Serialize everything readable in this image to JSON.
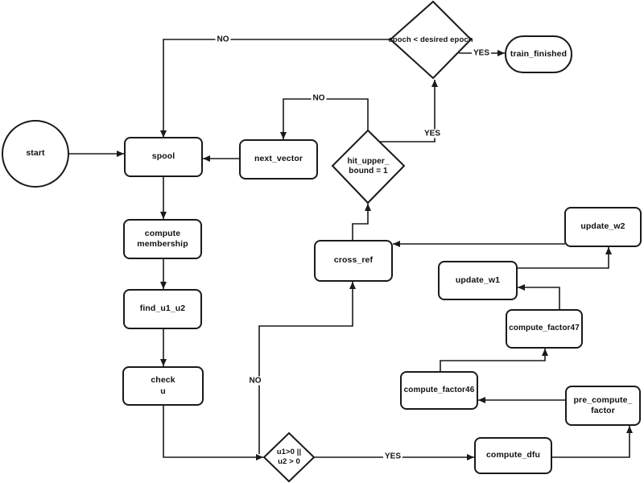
{
  "diagram": {
    "colors": {
      "stroke": "#1a1a1a",
      "background": "#ffffff"
    },
    "nodes": {
      "start": {
        "label": "start"
      },
      "spool": {
        "label": "spool"
      },
      "next_vector": {
        "label": "next_vector"
      },
      "compute_membership": {
        "line1": "compute",
        "line2": "membership"
      },
      "find_u1_u2": {
        "label": "find_u1_u2"
      },
      "check_u": {
        "line1": "check",
        "line2": "u"
      },
      "u_decision": {
        "line1": "u1>0 ||",
        "line2": "u2 > 0"
      },
      "compute_dfu": {
        "label": "compute_dfu"
      },
      "pre_compute_factor": {
        "line1": "pre_compute_",
        "line2": "factor"
      },
      "compute_factor46": {
        "label": "compute_factor46"
      },
      "compute_factor47": {
        "label": "compute_factor47"
      },
      "update_w1": {
        "label": "update_w1"
      },
      "update_w2": {
        "label": "update_w2"
      },
      "cross_ref": {
        "label": "cross_ref"
      },
      "hit_upper_bound": {
        "line1": "hit_upper_",
        "line2": "bound = 1"
      },
      "epoch_decision": {
        "label": "epoch < desired epoch"
      },
      "train_finished": {
        "label": "train_finished"
      }
    },
    "edge_labels": {
      "epoch_to_spool": "NO",
      "epoch_to_train_finished": "YES",
      "hit_upper_to_next_vector": "NO",
      "hit_upper_to_epoch": "YES",
      "u_decision_to_cross_ref": "NO",
      "u_decision_to_compute_dfu": "YES"
    }
  }
}
